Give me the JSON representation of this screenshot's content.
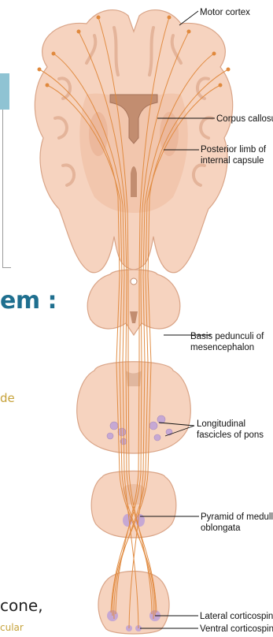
{
  "background": {
    "heading_fragment": "em :",
    "text_fragment_1": "de",
    "text_fragment_2": "cone,",
    "text_fragment_3": "cular"
  },
  "labels": {
    "motor_cortex": "Motor cortex",
    "corpus_callosum": "Corpus callosum",
    "posterior_limb_line1": "Posterior limb of",
    "posterior_limb_line2": "internal capsule",
    "basis_pedunculi_line1": "Basis pedunculi of",
    "basis_pedunculi_line2": "mesencephalon",
    "longitudinal_line1": "Longitudinal",
    "longitudinal_line2": "fascicles of pons",
    "pyramid_line1": "Pyramid of medulla",
    "pyramid_line2": "oblongata",
    "lateral_tract": "Lateral corticospinal trac",
    "ventral_tract": "Ventral corticospinal trac"
  },
  "colors": {
    "tissue": "#f6d3bf",
    "tissue_dark": "#e7b79d",
    "fiber": "#e0893d",
    "nucleus": "#c6a8d4"
  }
}
